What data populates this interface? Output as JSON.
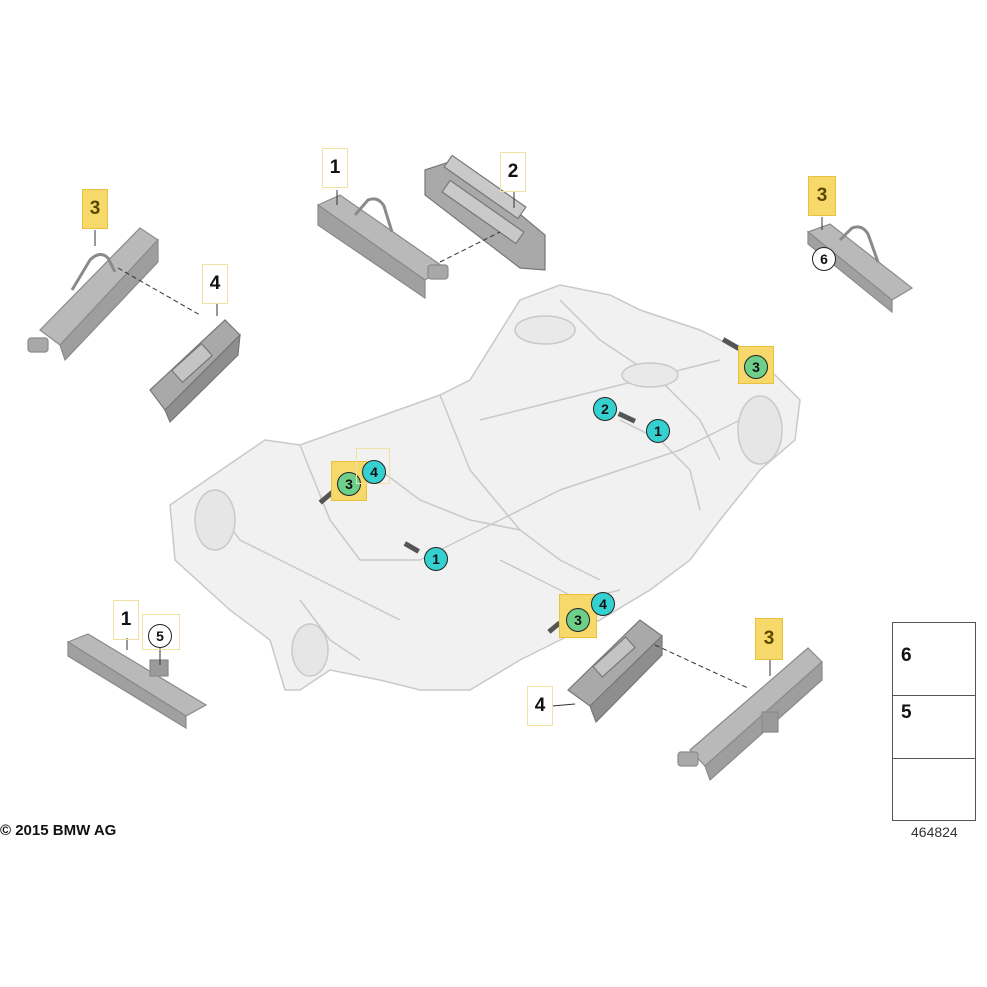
{
  "copyright": "© 2015 BMW AG",
  "image_number": "464824",
  "callouts": {
    "top_left_3": "3",
    "top_left_4": "4",
    "top_center_1": "1",
    "top_center_2": "2",
    "top_right_3": "3",
    "top_right_6": "6",
    "bottom_left_1": "1",
    "bottom_left_5": "5",
    "bottom_right_3": "3",
    "bottom_center_4": "4"
  },
  "chassis_markers": {
    "rear_right_3": "3",
    "rear_2": "2",
    "rear_1": "1",
    "front_3": "3",
    "front_4": "4",
    "front_1": "1",
    "mid_3": "3",
    "mid_4": "4"
  },
  "legend": {
    "item_6": "6",
    "item_5": "5"
  },
  "colors": {
    "highlight": "#f7d86a",
    "cyan_marker": "#35d1d0",
    "green_marker": "#6dcf8a",
    "part_grey": "#b9b9b9"
  }
}
